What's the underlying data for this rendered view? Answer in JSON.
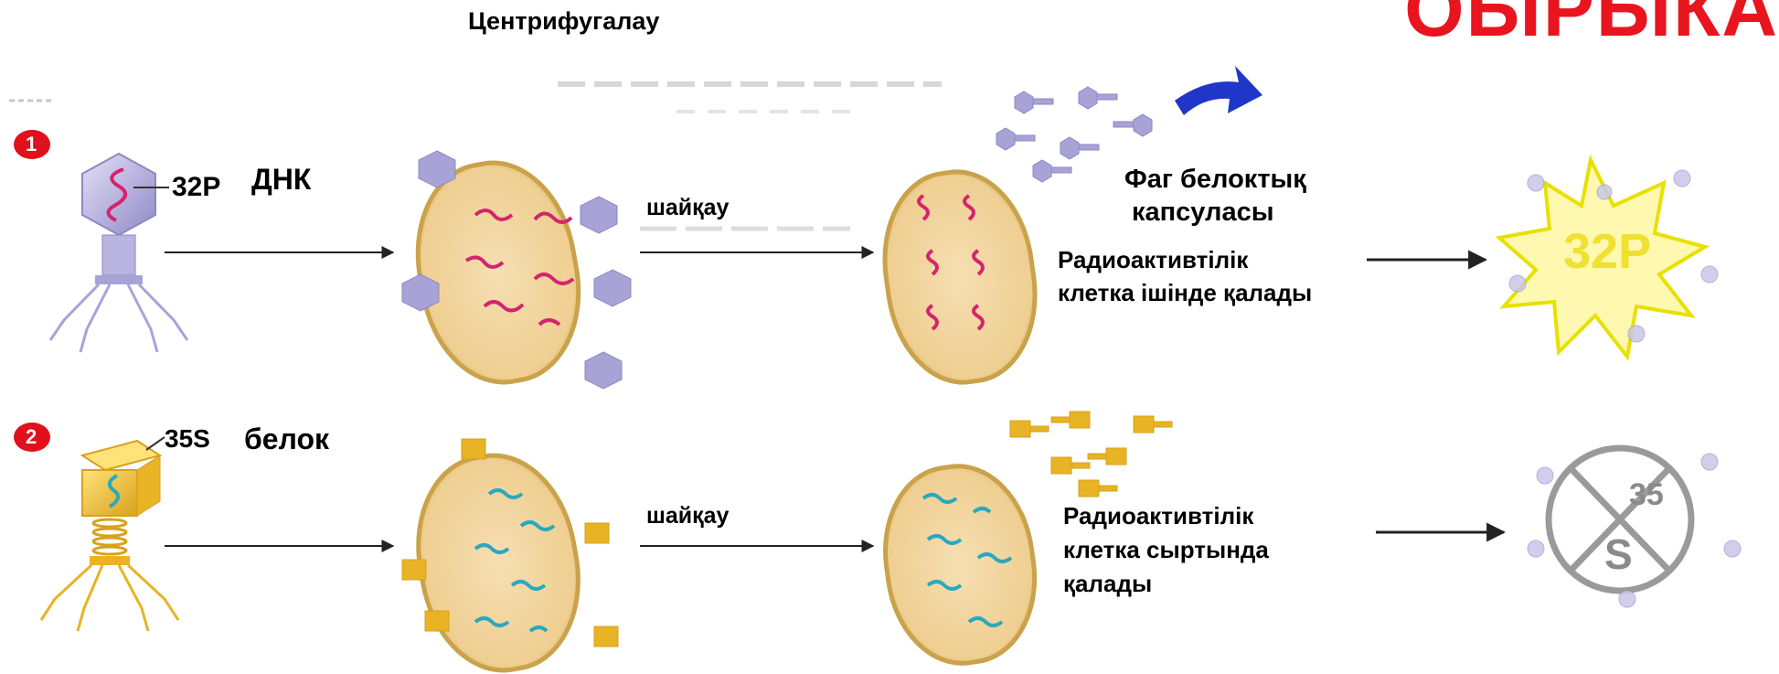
{
  "header": {
    "centrifuge_label": "Центрифугалау",
    "corner_title": "ОЫРЫКА!"
  },
  "row1": {
    "step_number": "1",
    "isotope_label": "32P",
    "molecule_label": "ДНК",
    "shake_label": "шайқау",
    "capsule_label_line1": "Фаг белоктық",
    "capsule_label_line2": "капсуласы",
    "result_line1": "Радиоактивтілік",
    "result_line2": "клетка ішінде қалады",
    "badge_text": "32P"
  },
  "row2": {
    "step_number": "2",
    "isotope_label": "35S",
    "molecule_label": "белок",
    "shake_label": "шайқау",
    "result_line1": "Радиоактивтілік",
    "result_line2": "клетка сыртында",
    "result_line3": "қалады",
    "badge_text_top": "35",
    "badge_text_bottom": "S"
  },
  "colors": {
    "step_badge": "#e0101c",
    "title_red": "#e8141e",
    "cell_fill": "#f3d9a8",
    "cell_border": "#c9a24a",
    "dna_pink": "#d5246e",
    "protein_teal": "#2aa8c0",
    "phage_purple": "#a8a3d6",
    "phage_gold": "#e8b325",
    "arrow_blue": "#1f36c8"
  }
}
